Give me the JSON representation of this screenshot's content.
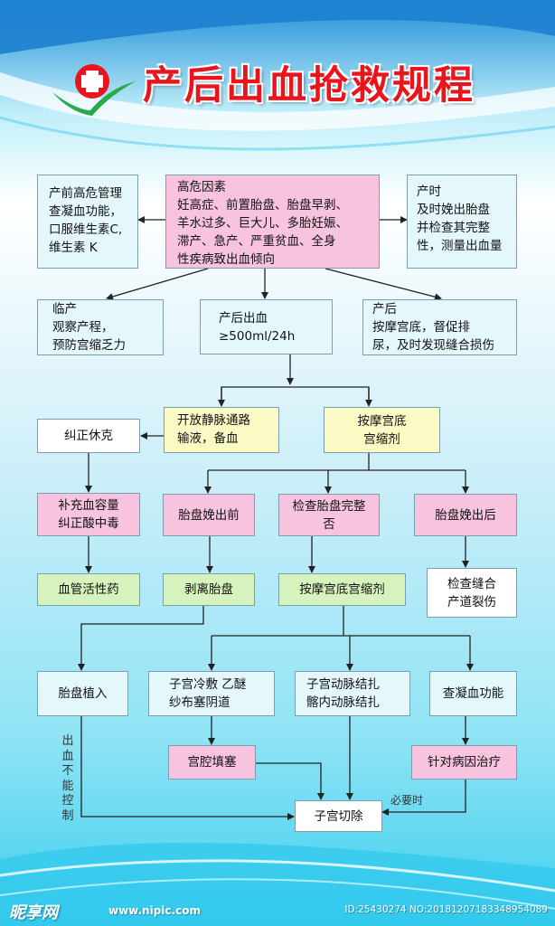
{
  "poster": {
    "title": "产后出血抢救规程",
    "colors": {
      "title_red": "#e9151c",
      "box_pink": "#f7c3de",
      "box_yellow": "#fbf9c4",
      "box_green": "#d6f3bd",
      "box_light_blue": "#e4f8fc",
      "background_blue": "#4fd0ef"
    },
    "logo_icon": "red-cross-hospital-logo"
  },
  "boxes": {
    "antenatal": "产前高危管理\n查凝血功能，\n口服维生素C,\n维生素 K",
    "risk_factors": "高危因素\n妊高症、前置胎盘、胎盘早剥、\n羊水过多、巨大儿、多胎妊娠、\n滞产、急产、严重贫血、全身\n性疾病致出血倾向",
    "intrapartum_delivery": "产时\n及时娩出胎盘\n并检查其完整\n性，测量出血量",
    "labor": "临产\n观察产程，\n预防宫缩乏力",
    "pph_threshold": "产后出血\n≥500ml/24h",
    "postpartum": "产后\n按摩宫底，督促排\n尿，及时发现缝合损伤",
    "correct_shock": "纠正休克",
    "iv_access": "开放静脉通路\n输液，备血",
    "massage_uterotonic": "按摩宫底\n宫缩剂",
    "volume_acidosis": "补充血容量\n纠正酸中毒",
    "placenta_undelivered": "胎盘娩出前",
    "check_placenta": "检查胎盘完整否",
    "placenta_delivered": "胎盘娩出后",
    "vasoactive": "血管活性药",
    "manual_removal": "剥离胎盘",
    "massage_uterotonic_2": "按摩宫底宫缩剂",
    "check_suture": "检查缝合\n产道裂伤",
    "placenta_accreta": "胎盘植入",
    "uterine_packing": "子宫冷敷 乙醚\n纱布塞阴道",
    "artery_ligation": "子宫动脉结扎\n髂内动脉结扎",
    "check_coagulation": "查凝血功能",
    "cavity_tamponade": "宫腔填塞",
    "cause_treatment": "针对病因治疗",
    "hysterectomy": "子宫切除"
  },
  "labels": {
    "bleeding_unable_control": "出血不能控制",
    "when_necessary": "必要时"
  },
  "watermark": {
    "brand": "昵享网",
    "url": "www.nipic.com",
    "id_text": "ID:25430274 NO:20181207183348954089"
  }
}
